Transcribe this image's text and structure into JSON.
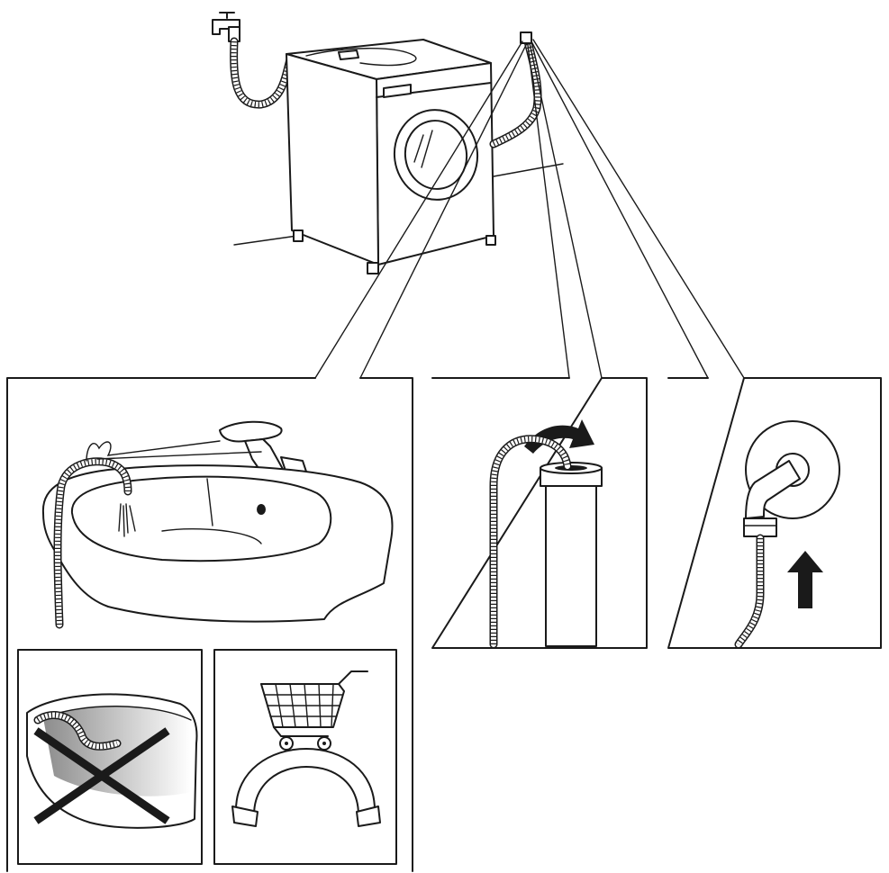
{
  "figure": {
    "overview": "washing-machine-installation",
    "panels": [
      {
        "id": "sink-drain",
        "content": "drain-hose-hooked-over-sink-edge"
      },
      {
        "id": "sink-wrong",
        "content": "hose-submerged-in-water",
        "mark": "cross"
      },
      {
        "id": "hose-guide",
        "content": "shopping-cart-and-hose-guide"
      },
      {
        "id": "standpipe",
        "content": "hose-inserted-into-standpipe",
        "mark": "curved-arrow"
      },
      {
        "id": "wall-outlet",
        "content": "hose-pushed-onto-wall-spigot",
        "mark": "up-arrow"
      }
    ]
  },
  "colors": {
    "line": "#1a1a1a",
    "background": "#ffffff",
    "water-shade": "#bbbbbb"
  }
}
